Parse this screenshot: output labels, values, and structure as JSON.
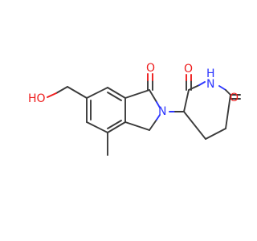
{
  "structure": {
    "atoms": [
      {
        "id": "hydroxyl-oxygen",
        "label": "HO",
        "element": "O"
      },
      {
        "id": "lactam-carbonyl-oxygen",
        "label": "O",
        "element": "O"
      },
      {
        "id": "isoindolinone-nitrogen",
        "label": "N",
        "element": "N"
      },
      {
        "id": "imide-carbonyl-oxygen-1",
        "label": "O",
        "element": "O"
      },
      {
        "id": "imide-nitrogen",
        "label": "N",
        "element": "N"
      },
      {
        "id": "imide-hydrogen",
        "label": "H",
        "element": "N"
      },
      {
        "id": "imide-carbonyl-oxygen-2",
        "label": "O",
        "element": "O"
      }
    ],
    "colors": {
      "carbon_bond": "#3a3a3a",
      "oxygen": "#ee1c1c",
      "nitrogen": "#2b35ff",
      "background": "#ffffff"
    }
  }
}
